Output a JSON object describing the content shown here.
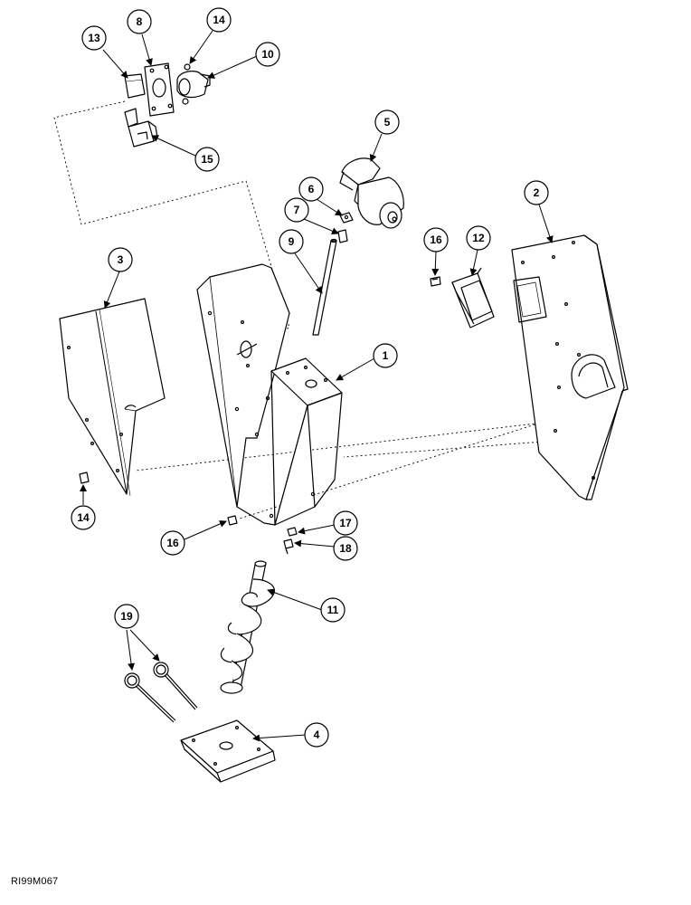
{
  "diagram": {
    "callouts": [
      {
        "id": "c13-top",
        "label": "13"
      },
      {
        "id": "c8",
        "label": "8"
      },
      {
        "id": "c14-top",
        "label": "14"
      },
      {
        "id": "c10",
        "label": "10"
      },
      {
        "id": "c15",
        "label": "15"
      },
      {
        "id": "c5",
        "label": "5"
      },
      {
        "id": "c6",
        "label": "6"
      },
      {
        "id": "c7",
        "label": "7"
      },
      {
        "id": "c9",
        "label": "9"
      },
      {
        "id": "c16-right",
        "label": "16"
      },
      {
        "id": "c12",
        "label": "12"
      },
      {
        "id": "c2",
        "label": "2"
      },
      {
        "id": "c3",
        "label": "3"
      },
      {
        "id": "c1",
        "label": "1"
      },
      {
        "id": "c14-left",
        "label": "14"
      },
      {
        "id": "c16-left",
        "label": "16"
      },
      {
        "id": "c17",
        "label": "17"
      },
      {
        "id": "c18",
        "label": "18"
      },
      {
        "id": "c11",
        "label": "11"
      },
      {
        "id": "c19",
        "label": "19"
      },
      {
        "id": "c4",
        "label": "4"
      }
    ],
    "reference_code": "RI99M067"
  }
}
